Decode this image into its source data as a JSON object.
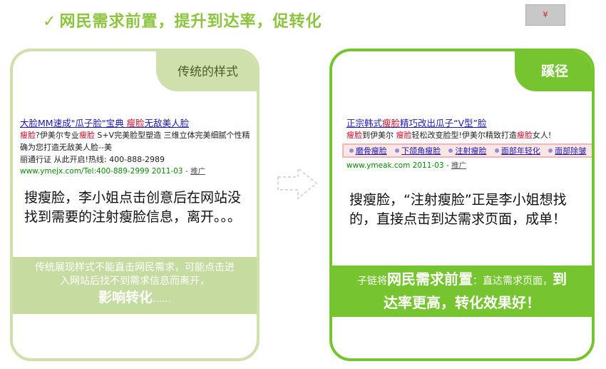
{
  "headline": {
    "check": "✓",
    "text": "网民需求前置，提升到达率，促转化"
  },
  "top_button": {
    "symbol": "¥"
  },
  "left_card": {
    "tag": "传统的样式",
    "ad": {
      "title_pre": "大脸MM速成\"瓜子脸\"宝典 ",
      "title_kw": "瘦脸",
      "title_post": "无敌美人脸",
      "desc1_kw1": "瘦脸",
      "desc1_mid": "?伊美尔专业",
      "desc1_kw2": "瘦脸",
      "desc1_post": " S+V完美脸型塑造 三维立体完美细腻个性精确为您打造无敌美人脸--美",
      "desc2": "丽通行证 从此开启!热线: 400-888-2989",
      "url": "www.ymejx.com/Tel:400-889-2999 2011-03 - ",
      "promo": "推广"
    },
    "body": "搜瘦脸，李小姐点击创意后在网站没找到需要的注射瘦脸信息，离开。。。",
    "footer": {
      "line1": "传统展现样式不能直击网民需求，可能点击进",
      "line2": "入网站后找不到需求信息而离开，",
      "big": "影响转化",
      "dots": "……"
    }
  },
  "right_card": {
    "tag": "蹊径",
    "ad": {
      "title_pre": "正宗韩式",
      "title_kw": "瘦脸",
      "title_post": "精巧改出瓜子“V型”脸",
      "desc_kw1": "瘦脸",
      "desc_pre": "到伊美尔 ",
      "desc_kw2": "瘦脸",
      "desc_mid": "轻松改变脸型!伊美尔精致打造",
      "desc_kw3": "瘦脸",
      "desc_post": "女人!",
      "sitelinks": [
        "磨骨瘦脸",
        "下颌角瘦脸",
        "注射瘦脸",
        "面部年轻化",
        "面部除皱"
      ],
      "url": "www.ymeak.com 2011-03 - ",
      "promo": "推广"
    },
    "body": "搜瘦脸，“注射瘦脸”正是李小姐想找的，直接点击到达需求页面，成单！",
    "footer": {
      "small1": "子链将",
      "large1": "网民需求前置",
      "small2": "：直达需求页面，",
      "large2": "到",
      "line2": "达率更高，转化效果好！"
    }
  }
}
